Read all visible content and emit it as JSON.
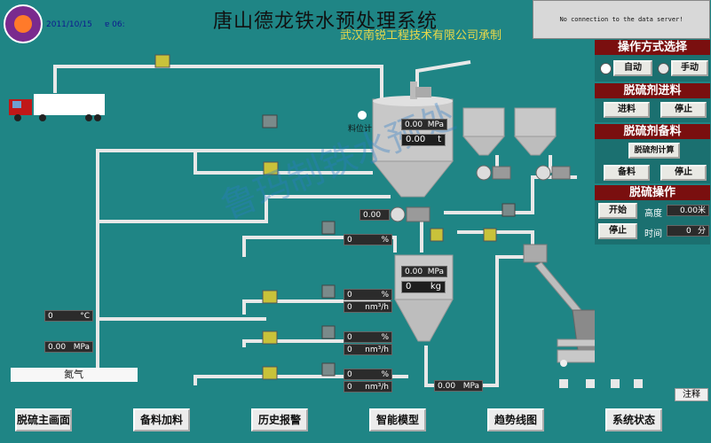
{
  "header": {
    "title": "唐山德龙铁水预处理系统",
    "subtitle": "武汉南锐工程技术有限公司承制",
    "date": "2011/10/15",
    "time": "ɐ 06:",
    "message": "No connection to the data server!"
  },
  "control": {
    "mode_title": "操作方式选择",
    "auto_label": "自动",
    "manual_label": "手动",
    "feed_title": "脱硫剂进料",
    "feed_in": "进料",
    "feed_stop": "停止",
    "prep_title": "脱硫剂备料",
    "calc_label": "脱硫剂计算",
    "prep_btn": "备料",
    "prep_stop": "停止",
    "op_title": "脱硫操作",
    "start": "开始",
    "height_label": "高度",
    "height_value": "0.00",
    "height_unit": "米",
    "stop": "停止",
    "time_label": "时间",
    "time_value": "0",
    "time_unit": "分"
  },
  "readouts": {
    "tank1_press": "0.00",
    "tank1_press_unit": "MPa",
    "tank1_weight": "0.00",
    "tank1_weight_unit": "t",
    "level_meter_label": "料位计",
    "left_value": "0.00",
    "tank2_press": "0.00",
    "tank2_press_unit": "MPa",
    "tank2_weight": "0",
    "tank2_weight_unit": "kg",
    "valve1_pct": "0",
    "valve1_unit": "%",
    "valve2_pct": "0",
    "valve2_unit": "%",
    "valve2_flow": "0",
    "valve2_flow_unit": "nm³/h",
    "valve3_pct": "0",
    "valve3_unit": "%",
    "valve3_flow": "0",
    "valve3_flow_unit": "nm³/h",
    "valve4_pct": "0",
    "valve4_unit": "%",
    "valve4_flow": "0",
    "valve4_flow_unit": "nm³/h",
    "temp": "0",
    "temp_unit": "°C",
    "n2_press": "0.00",
    "n2_press_unit": "MPa",
    "bottom_press": "0.00",
    "bottom_press_unit": "MPa",
    "nitrogen_label": "氮气"
  },
  "watermark": "鲁玛制铁水预处",
  "note_label": "注释",
  "nav": [
    "脱硫主画面",
    "备料加料",
    "历史报警",
    "智能模型",
    "趋势线图",
    "系统状态"
  ],
  "colors": {
    "background": "#1f8585",
    "panel_header": "#7a0f0f",
    "subtitle": "#e8d84a"
  }
}
